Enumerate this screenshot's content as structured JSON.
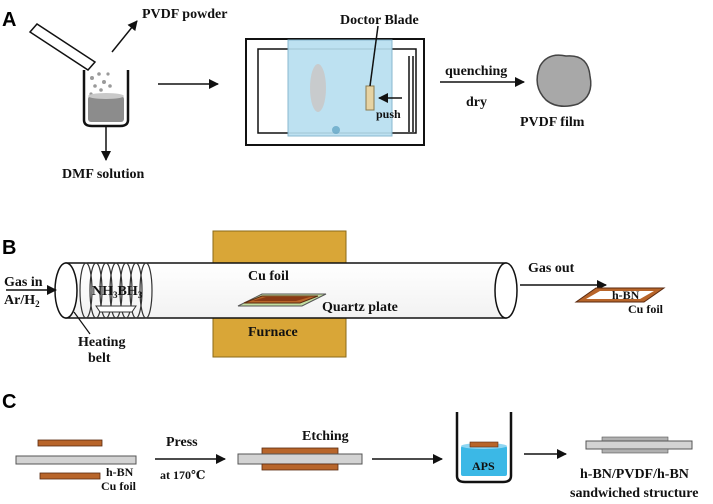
{
  "panels": {
    "a": "A",
    "b": "B",
    "c": "C"
  },
  "panel_a": {
    "pvdf_powder": "PVDF powder",
    "doctor_blade": "Doctor Blade",
    "dmf_solution": "DMF solution",
    "push": "push",
    "quenching": "quenching",
    "dry": "dry",
    "pvdf_film": "PVDF film"
  },
  "panel_b": {
    "gas_in": "Gas in",
    "ar_h2": "Ar/H",
    "ar_h2_sub": "2",
    "nh3bh3_a": "NH",
    "nh3bh3_sub1": "3",
    "nh3bh3_b": "BH",
    "nh3bh3_sub2": "3",
    "heating": "Heating",
    "belt": "belt",
    "cu_foil": "Cu foil",
    "quartz_plate": "Quartz plate",
    "furnace": "Furnace",
    "gas_out": "Gas out",
    "hbn": "h-BN",
    "cu_foil_2": "Cu foil"
  },
  "panel_c": {
    "hbn": "h-BN",
    "cu_foil": "Cu foil",
    "press": "Press",
    "press_temp": "at 170℃",
    "etching": "Etching",
    "aps": "APS",
    "result_1": "h-BN/PVDF/h-BN",
    "result_2": "sandwiched structure"
  },
  "colors": {
    "copper": "#b8652a",
    "furnace": "#d9a637",
    "blue_film": "#b8dff0",
    "aps_liquid": "#3bb8e6",
    "gray_plate": "#d3d3d3"
  }
}
